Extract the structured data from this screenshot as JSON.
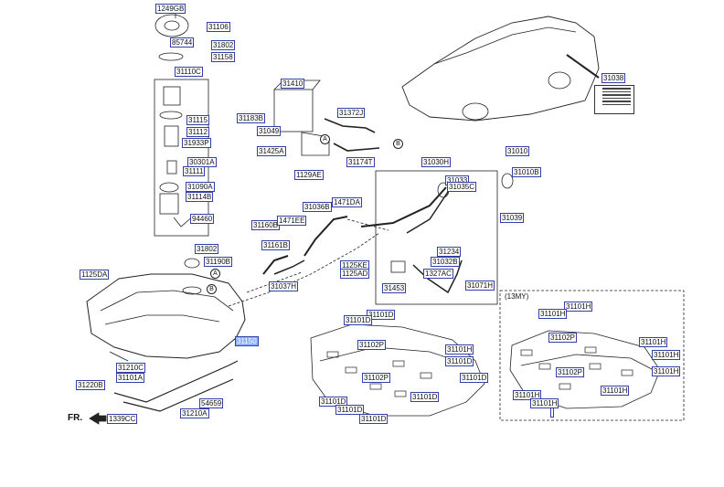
{
  "diagram": {
    "part_labels": [
      "1249GB",
      "31106",
      "85744",
      "31802",
      "31158",
      "31110C",
      "31115",
      "31112",
      "31933P",
      "30301A",
      "31111",
      "31090A",
      "31114B",
      "94460",
      "31802",
      "31190B",
      "1125DA",
      "31150",
      "31210C",
      "31101A",
      "31220B",
      "1339CC",
      "54659",
      "31210A",
      "31410",
      "31183B",
      "31049",
      "31425A",
      "1129AE",
      "31372J",
      "31174T",
      "31036B",
      "1471DA",
      "31160B",
      "1471EE",
      "31161B",
      "31037H",
      "31030H",
      "31033",
      "31035C",
      "31234",
      "31032B",
      "1327AC",
      "1125KE",
      "1125AD",
      "31453",
      "31071H",
      "31010",
      "31010B",
      "31039",
      "31038",
      "31101D",
      "31101D",
      "31102P",
      "31101H",
      "31101D",
      "31102P",
      "31101D",
      "31101D",
      "31101D",
      "31101D",
      "31101D",
      "31101H",
      "31101H",
      "31102P",
      "31101H",
      "31101H",
      "31102P",
      "31101H",
      "31101H",
      "31101H",
      "31101H"
    ],
    "circle_refs": [
      "A",
      "B",
      "A",
      "B"
    ],
    "variant_label": "(13MY)",
    "direction_label": "FR."
  },
  "colors": {
    "label_border": "#3340aa",
    "highlight": "#8fb0ff",
    "line": "#222222"
  }
}
